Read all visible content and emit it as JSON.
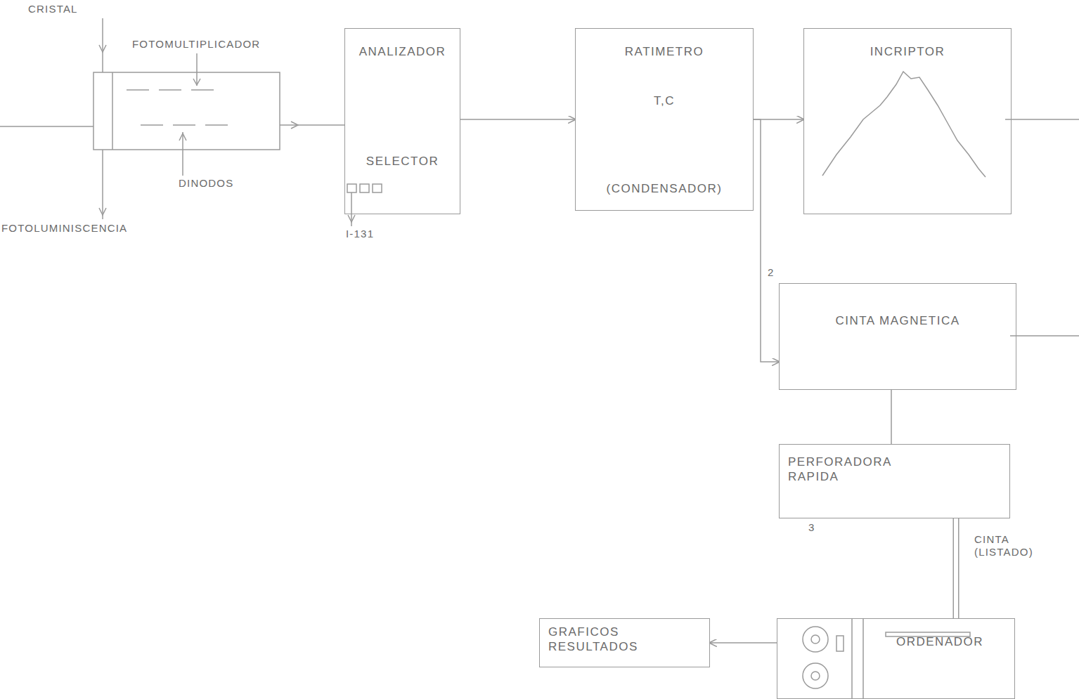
{
  "diagram": {
    "nodes": [
      {
        "text": [
          "ANALIZADOR",
          "SELECTOR"
        ]
      },
      {
        "text": [
          "RATIMETRO",
          "T,C",
          "(CONDENSADOR)"
        ]
      },
      {
        "text": [
          "INCRIPTOR"
        ]
      },
      {
        "text": [
          "CINTA MAGNETICA"
        ]
      },
      {
        "text": [
          "PERFORADORA RAPIDA"
        ]
      },
      {
        "text": [
          "ORDENADOR"
        ]
      },
      {
        "text": [
          "GRAFICOS RESULTADOS"
        ]
      }
    ],
    "edges": [
      {
        "from": 0,
        "to": 1,
        "arrow": "to"
      },
      {
        "from": 1,
        "to": 2,
        "arrow": "to"
      },
      {
        "from": 1,
        "to": 3,
        "arrow": "to",
        "label": "2"
      },
      {
        "from": 3,
        "to": 4,
        "arrow": "none"
      },
      {
        "from": 4,
        "to": 5,
        "arrow": "none",
        "label": "CINTA (LISTADO)"
      },
      {
        "from": 5,
        "to": 6,
        "arrow": "to"
      }
    ],
    "labels": [
      "CRISTAL",
      "FOTOMULTIPLICADOR",
      "DINODOS",
      "FOTOLUMINISCENCIA",
      "I-131",
      "3"
    ]
  }
}
